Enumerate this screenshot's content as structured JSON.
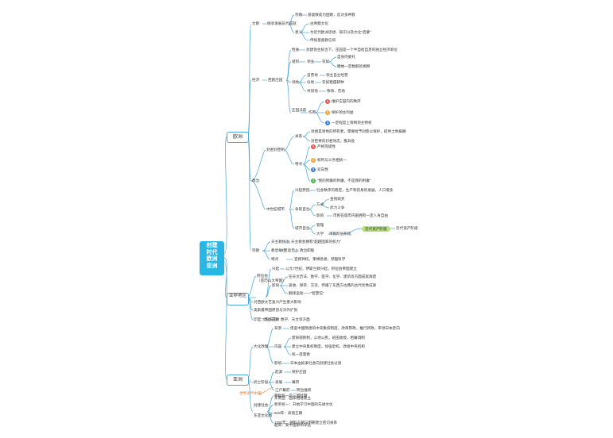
{
  "colors": {
    "root": "#29b6e5",
    "line": "#4aa7d6",
    "badge_red": "#e8554e",
    "badge_orange": "#f2a33a",
    "badge_blue": "#3d7fe0",
    "badge_green": "#4cb050",
    "highlight": "#b9e07b",
    "annotation": "#e8762b"
  },
  "root": "创建\n时代\n欧洲\n亚洲",
  "europe": {
    "label": "欧洲",
    "items": [
      {
        "k": "e1",
        "t": "文教"
      },
      {
        "k": "e2",
        "t": "继承发展前代成就"
      },
      {
        "k": "e3",
        "t": "宗教"
      },
      {
        "k": "e4",
        "t": "基督教成为国教，反对多神教"
      },
      {
        "k": "e5",
        "t": "意义"
      },
      {
        "k": "e6",
        "t": "古希腊文化"
      },
      {
        "k": "e7",
        "t": "为近代欧洲思想、知识以及文化“启蒙”"
      },
      {
        "k": "e8",
        "t": "传统基督教信仰"
      },
      {
        "k": "e9",
        "t": "经济"
      },
      {
        "k": "e10",
        "t": "西欧庄园"
      },
      {
        "k": "e11",
        "t": "性质"
      },
      {
        "k": "e12",
        "t": "封建领主统治下，庄园是一个半自给自足的独立经济单位"
      },
      {
        "k": "e13",
        "t": "组织"
      },
      {
        "k": "e14",
        "t": "领主"
      },
      {
        "k": "e15",
        "t": "农奴"
      },
      {
        "k": "e16",
        "t": "自身的委托"
      },
      {
        "k": "e17",
        "t": "缴纳一定数额的捐税"
      },
      {
        "k": "e18",
        "t": "领地"
      },
      {
        "k": "e19",
        "t": "自营地"
      },
      {
        "k": "e20",
        "t": "领主自主经营"
      },
      {
        "k": "e21",
        "t": "份地"
      },
      {
        "k": "e22",
        "t": "农奴租佃耕种"
      },
      {
        "k": "e23",
        "t": "共同地"
      },
      {
        "k": "e24",
        "t": "牧场、荒地"
      },
      {
        "k": "e25",
        "t": "庄园法庭"
      },
      {
        "k": "e26",
        "t": "作用"
      },
      {
        "k": "e27",
        "t": "维护庄园内的秩序"
      },
      {
        "k": "e28",
        "t": "保护领主利益"
      },
      {
        "k": "e29",
        "t": "一定程度上限制领主特权"
      },
      {
        "k": "e30",
        "t": "政治"
      },
      {
        "k": "e31",
        "t": "封君封臣制"
      },
      {
        "k": "e32",
        "t": "关系"
      },
      {
        "k": "e33",
        "t": "封君是领地的所有者，需要给予封臣以保护，提供土地报酬"
      },
      {
        "k": "e34",
        "t": "封臣要向封君效忠，服兵役"
      },
      {
        "k": "e35",
        "t": "特点"
      },
      {
        "k": "e36",
        "t": "严格等级性"
      },
      {
        "k": "e37",
        "t": "权利与义务相统一"
      },
      {
        "k": "e38",
        "t": "双向性"
      },
      {
        "k": "e39",
        "t": "“我的附庸的附庸，不是我的附庸”"
      },
      {
        "k": "e40",
        "t": "中世纪城市"
      },
      {
        "k": "e41",
        "t": "兴起原因"
      },
      {
        "k": "e42",
        "t": "社会秩序的稳定，生产和贸易的发展，人口增多"
      },
      {
        "k": "e43",
        "t": "争取自治"
      },
      {
        "k": "e44",
        "t": "方式"
      },
      {
        "k": "e45",
        "t": "金钱赎买"
      },
      {
        "k": "e46",
        "t": "武力斗争"
      },
      {
        "k": "e47",
        "t": "影响"
      },
      {
        "k": "e48",
        "t": "市民在城市内部拥有一定人身自由"
      },
      {
        "k": "e49",
        "t": "城市自治"
      },
      {
        "k": "e50",
        "t": "管理"
      },
      {
        "k": "e51",
        "t": "大学"
      },
      {
        "k": "e52",
        "t": "市民阶层形成"
      },
      {
        "k": "e53",
        "t": "大学兴起"
      },
      {
        "k": "e54",
        "t": "近代资产阶级"
      },
      {
        "k": "e55",
        "t": "宗教"
      },
      {
        "k": "e56",
        "t": "天主教统治"
      },
      {
        "k": "e57",
        "t": "教皇地位"
      },
      {
        "k": "e58",
        "t": "至高无上"
      },
      {
        "k": "e59",
        "t": "特点"
      },
      {
        "k": "e60",
        "t": "天主教会拥有“超越国家的权力”"
      },
      {
        "k": "e61",
        "t": "政治职能"
      },
      {
        "k": "e62",
        "t": "宣扬神权，束缚思想，禁锢科学"
      }
    ]
  },
  "asia_africa": {
    "label": "亚非地区",
    "items": [
      {
        "k": "a1",
        "t": "阿拉伯"
      },
      {
        "k": "a2",
        "t": "（亚历山大帝国）"
      },
      {
        "k": "a3",
        "t": "兴起"
      },
      {
        "k": "a4",
        "t": "公元7世纪，伊斯兰教兴起，阿拉伯帝国建立"
      },
      {
        "k": "a5",
        "t": "影响"
      },
      {
        "k": "a6",
        "t": "在天文历法、数学、医学、化学、建筑等方面成就辉煌"
      },
      {
        "k": "a7",
        "t": "吸收、保存、交流、传播了东西方古典的古代优秀成果"
      },
      {
        "k": "a8",
        "t": "翻译运动——“智慧馆”"
      },
      {
        "k": "a9",
        "t": "对西欧文艺复兴产生重大影响"
      },
      {
        "k": "a10",
        "t": "奥斯曼帝国原因与对外扩张"
      },
      {
        "k": "a11",
        "t": "印度：笈多王朝"
      },
      {
        "k": "a12",
        "t": "文化成就：数学、天文等方面"
      }
    ]
  },
  "asia": {
    "label": "亚洲",
    "items": [
      {
        "k": "s1",
        "t": "大化改新"
      },
      {
        "k": "s2",
        "t": "背景"
      },
      {
        "k": "s3",
        "t": "借鉴中国隋唐的中央集权制度，改革弊政，推行新政，带领日本走向"
      },
      {
        "k": "s4",
        "t": "废除部民制，公地公民，班田收授，租庸调制"
      },
      {
        "k": "s5",
        "t": "内容"
      },
      {
        "k": "s6",
        "t": "建立中央集权制度，加强皇权，改组中央机构"
      },
      {
        "k": "s7",
        "t": "统一度量衡"
      },
      {
        "k": "s8",
        "t": "影响"
      },
      {
        "k": "s9",
        "t": "日本由奴隶社会向封建社会过渡"
      },
      {
        "k": "s10",
        "t": "武士阶层"
      },
      {
        "k": "s11",
        "t": "起源"
      },
      {
        "k": "s12",
        "t": "保护庄园"
      },
      {
        "k": "s13",
        "t": "发展"
      },
      {
        "k": "s14",
        "t": "幕府"
      },
      {
        "k": "s15",
        "t": "江户幕府"
      },
      {
        "k": "s16",
        "t": "明治维新"
      },
      {
        "k": "s17",
        "t": "封建社会"
      },
      {
        "k": "s18",
        "t": "朝鲜统一的三国时期"
      },
      {
        "k": "s19",
        "t": "新罗统一：开始学习中国的先进文化"
      },
      {
        "k": "s20",
        "t": "918年：高丽王朝"
      },
      {
        "k": "s21",
        "t": "1392年：朝鲜王朝与明朝建立密切关系"
      },
      {
        "k": "s22",
        "t": "东亚文化圈"
      },
      {
        "k": "s23",
        "t": "东南亚：国家相继建立"
      },
      {
        "k": "s24",
        "t": "越南：受中国影响深远"
      },
      {
        "k": "s25",
        "t": "世界近代中国"
      }
    ]
  }
}
